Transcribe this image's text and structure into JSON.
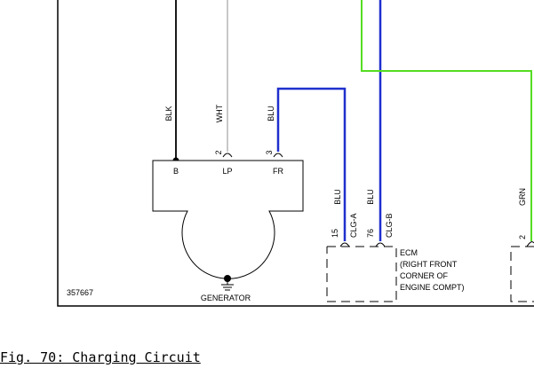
{
  "figure_id": "357667",
  "caption": "Fig. 70: Charging Circuit",
  "wires": {
    "blk": "BLK",
    "wht": "WHT",
    "blu_fr": "BLU",
    "blu_a": "BLU",
    "blu_b": "BLU",
    "grn": "GRN"
  },
  "generator": {
    "label": "GENERATOR",
    "terminals": {
      "b": "B",
      "lp": "LP",
      "fr": "FR"
    },
    "pins": {
      "lp": "2",
      "fr": "3"
    }
  },
  "ecm": {
    "lines": [
      "ECM",
      "(RIGHT FRONT",
      "CORNER OF",
      "ENGINE COMPT)"
    ],
    "pins": {
      "a": "15",
      "b": "76"
    },
    "circuits": {
      "a": "CLG-A",
      "b": "CLG-B"
    }
  },
  "right_connector": {
    "pin": "2"
  },
  "colors": {
    "blk": "#1a1a1a",
    "wht": "#c8c8c8",
    "blu": "#1f2fcc",
    "grn": "#55dd22"
  }
}
